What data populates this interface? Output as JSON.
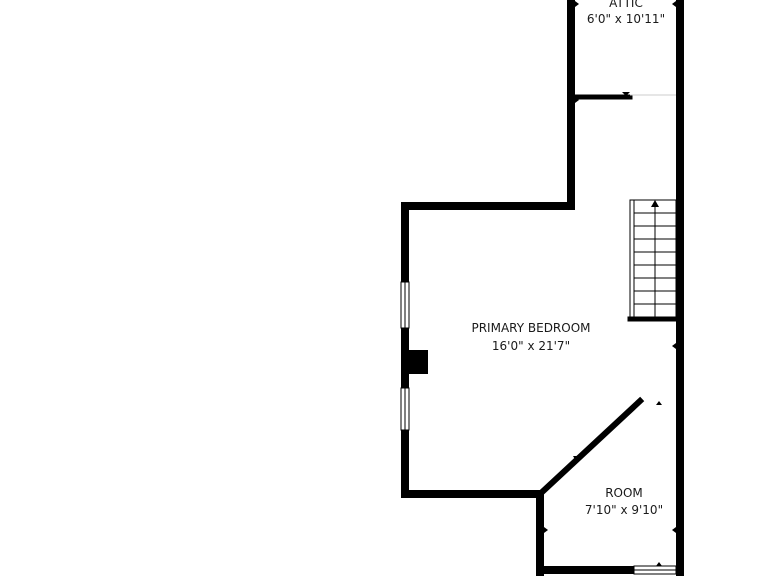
{
  "floorplan": {
    "rooms": [
      {
        "name": "ATTIC",
        "dimensions": "6'0\" x 10'11\""
      },
      {
        "name": "PRIMARY BEDROOM",
        "dimensions": "16'0\" x 21'7\""
      },
      {
        "name": "ROOM",
        "dimensions": "7'10\" x 9'10\""
      }
    ]
  }
}
